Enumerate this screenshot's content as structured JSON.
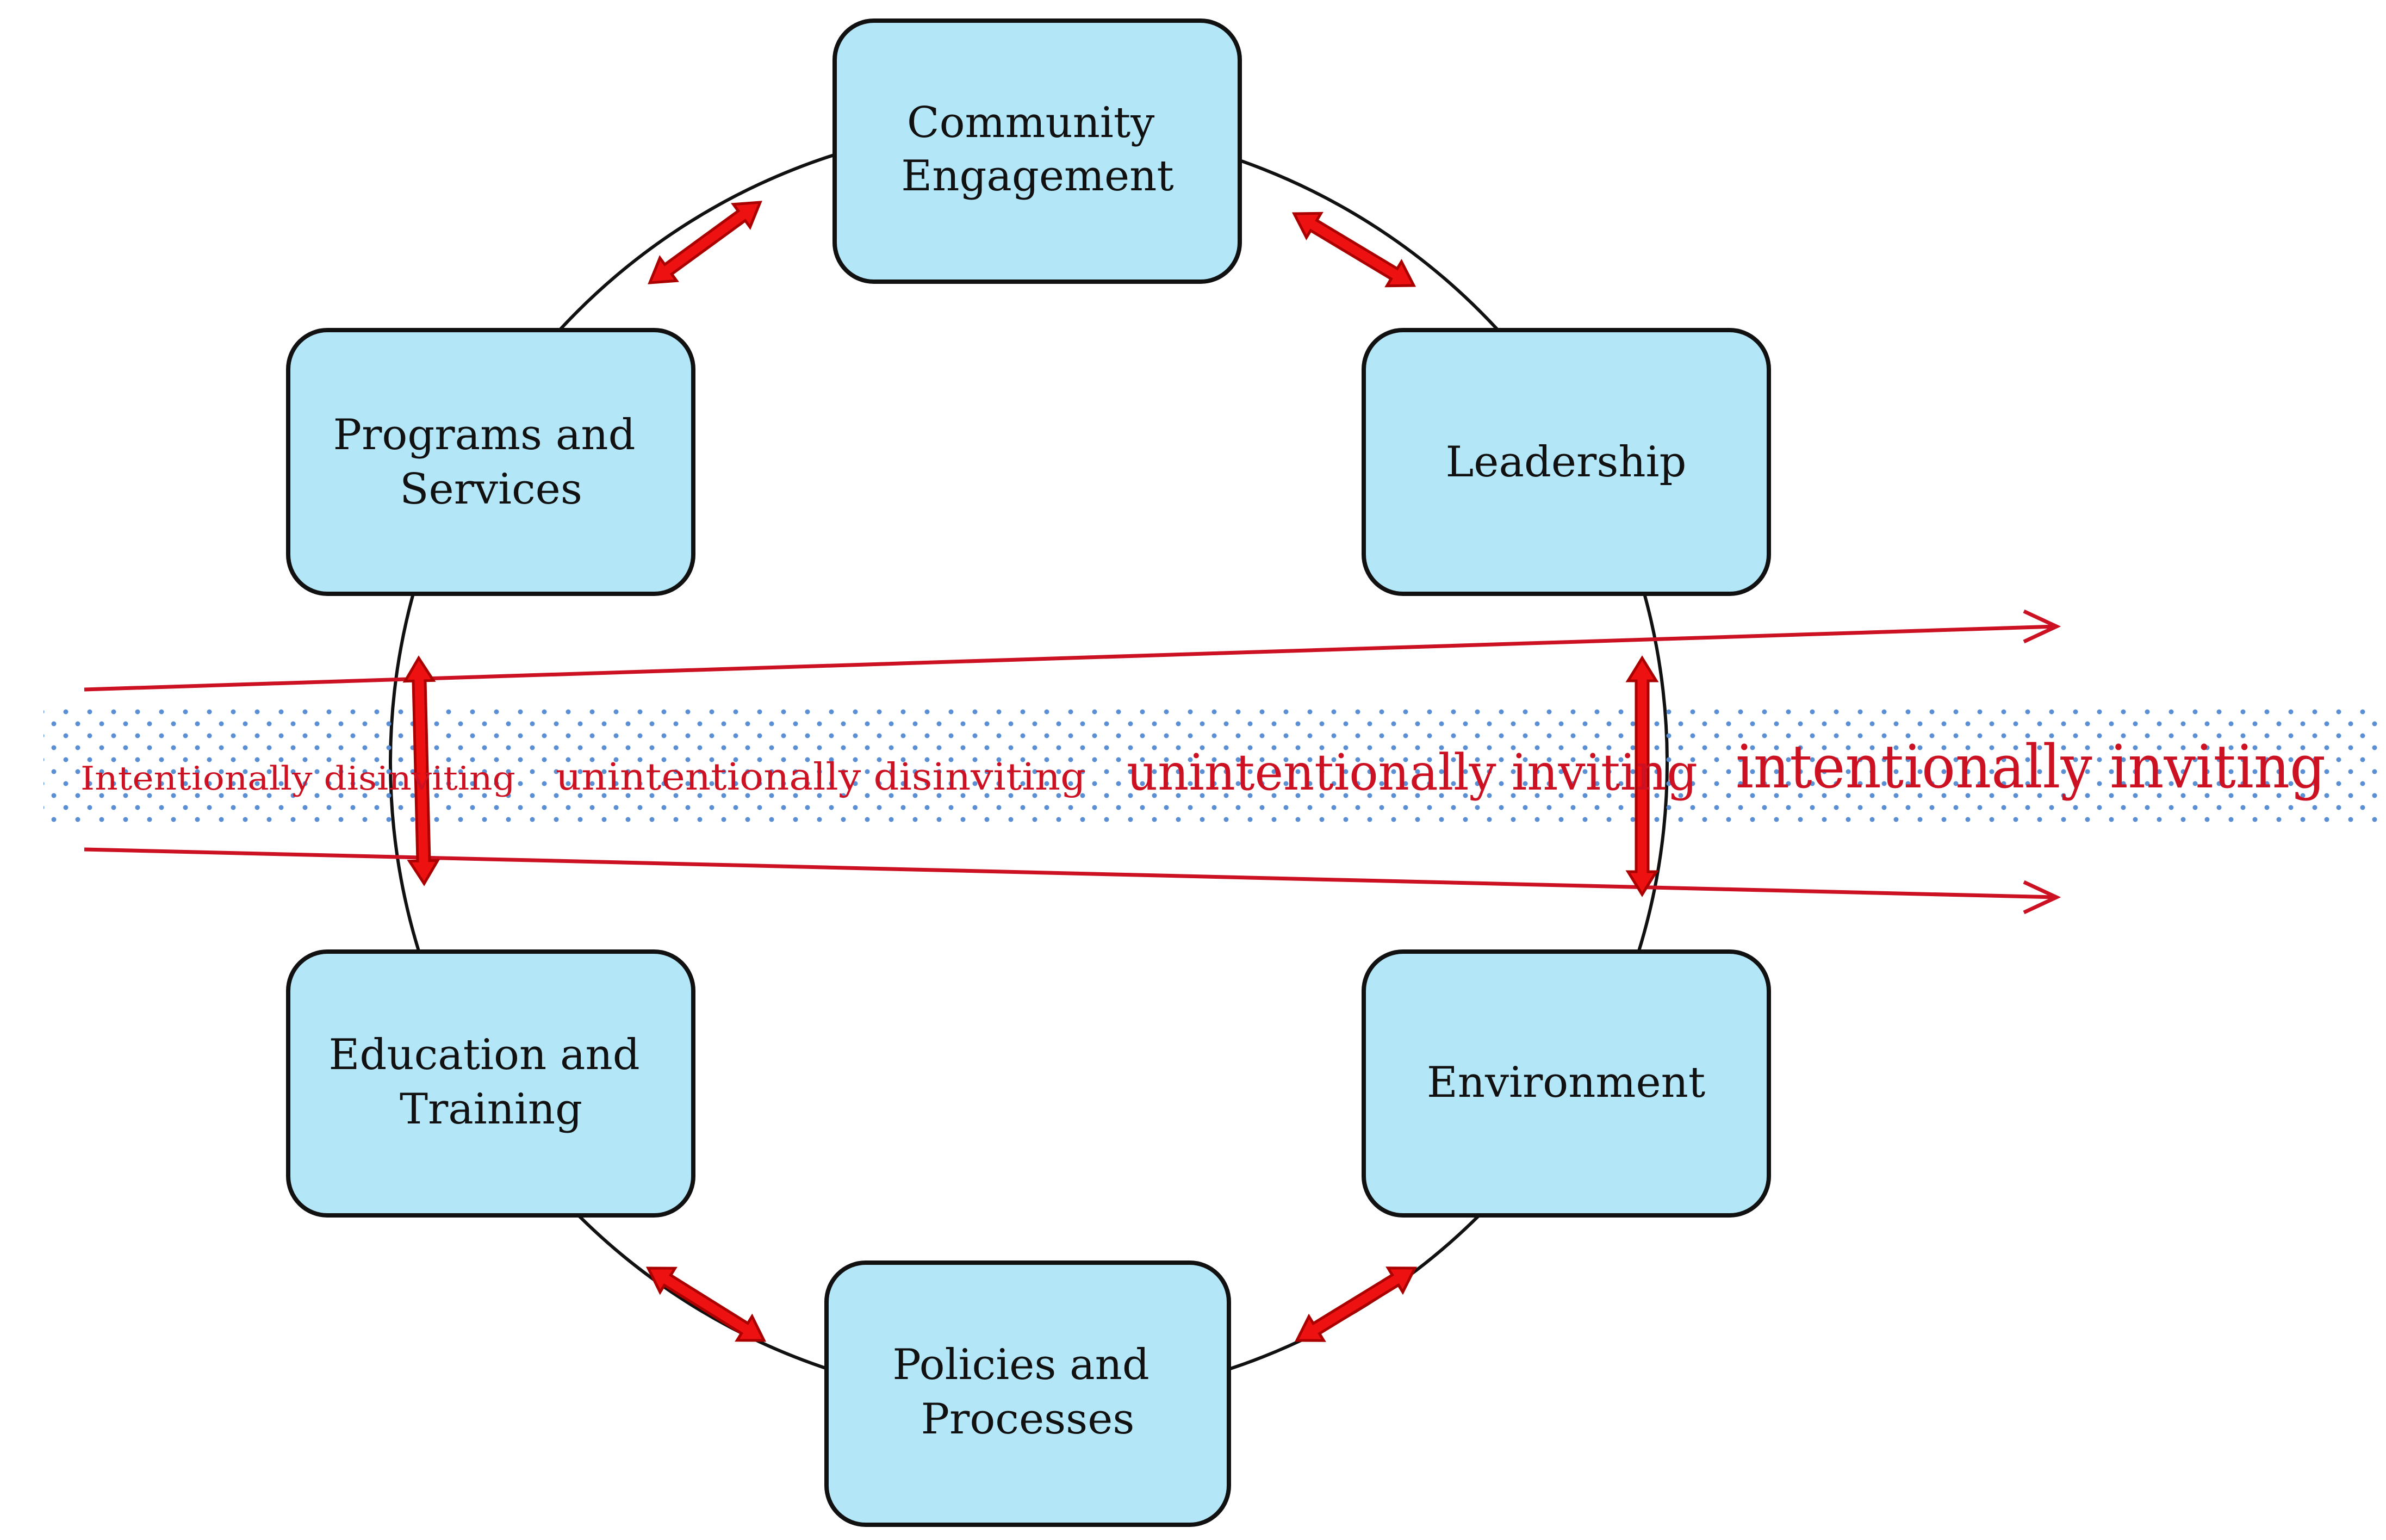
{
  "nodes": {
    "community": {
      "lines": [
        "Community",
        "Engagement"
      ]
    },
    "leadership": {
      "lines": [
        "Leadership"
      ]
    },
    "environment": {
      "lines": [
        "Environment"
      ]
    },
    "policies": {
      "lines": [
        "Policies and",
        "Processes"
      ]
    },
    "education": {
      "lines": [
        "Education and",
        "Training"
      ]
    },
    "programs": {
      "lines": [
        "Programs and",
        "Services"
      ]
    }
  },
  "continuum": {
    "labels": [
      "Intentionally disinviting",
      "unintentionally disinviting",
      "unintentionally inviting",
      "intentionally inviting"
    ]
  },
  "colors": {
    "node_fill": "#b3e6f7",
    "node_stroke": "#111111",
    "arrow_fill": "#ee1111",
    "arrow_outline": "#aa0000",
    "band_dots": "#5b8fd4",
    "continuum_red": "#cc1122"
  }
}
